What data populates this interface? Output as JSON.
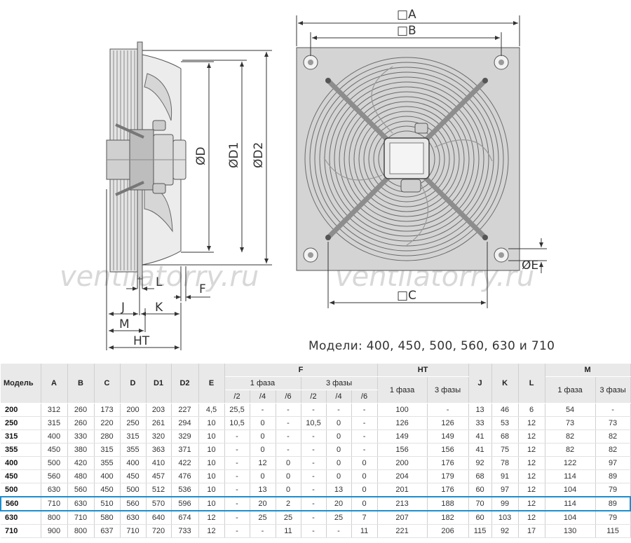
{
  "drawing": {
    "side_view_labels": {
      "d": "ØD",
      "d1": "ØD1",
      "d2": "ØD2",
      "l": "L",
      "f": "F",
      "j": "J",
      "k": "K",
      "m": "M",
      "ht": "HT"
    },
    "front_view_labels": {
      "a": "□A",
      "b": "□B",
      "c": "□C",
      "e": "ØE"
    },
    "watermark": "ventilatorry.ru"
  },
  "caption": "Модели: 400, 450, 500, 560, 630 и 710",
  "table": {
    "headers": {
      "model": "Модель",
      "a": "A",
      "b": "B",
      "c": "C",
      "d": "D",
      "d1": "D1",
      "d2": "D2",
      "e": "E",
      "f": "F",
      "ht": "HT",
      "j": "J",
      "k": "K",
      "l": "L",
      "m": "M",
      "f_1phase": "1 фаза",
      "f_3phase": "3 фазы",
      "ht_1phase": "1 фаза",
      "ht_3phase": "3 фазы",
      "m_1phase": "1 фаза",
      "m_3phase": "3 фазы",
      "poles": [
        "/2",
        "/4",
        "/6",
        "/2",
        "/4",
        "/6"
      ]
    },
    "rows": [
      [
        "200",
        "312",
        "260",
        "173",
        "200",
        "203",
        "227",
        "4,5",
        "25,5",
        "-",
        "-",
        "-",
        "-",
        "-",
        "100",
        "-",
        "13",
        "46",
        "6",
        "54",
        "-"
      ],
      [
        "250",
        "315",
        "260",
        "220",
        "250",
        "261",
        "294",
        "10",
        "10,5",
        "0",
        "-",
        "10,5",
        "0",
        "-",
        "126",
        "126",
        "33",
        "53",
        "12",
        "73",
        "73"
      ],
      [
        "315",
        "400",
        "330",
        "280",
        "315",
        "320",
        "329",
        "10",
        "-",
        "0",
        "-",
        "-",
        "0",
        "-",
        "149",
        "149",
        "41",
        "68",
        "12",
        "82",
        "82"
      ],
      [
        "355",
        "450",
        "380",
        "315",
        "355",
        "363",
        "371",
        "10",
        "-",
        "0",
        "-",
        "-",
        "0",
        "-",
        "156",
        "156",
        "41",
        "75",
        "12",
        "82",
        "82"
      ],
      [
        "400",
        "500",
        "420",
        "355",
        "400",
        "410",
        "422",
        "10",
        "-",
        "12",
        "0",
        "-",
        "0",
        "0",
        "200",
        "176",
        "92",
        "78",
        "12",
        "122",
        "97"
      ],
      [
        "450",
        "560",
        "480",
        "400",
        "450",
        "457",
        "476",
        "10",
        "-",
        "0",
        "0",
        "-",
        "0",
        "0",
        "204",
        "179",
        "68",
        "91",
        "12",
        "114",
        "89"
      ],
      [
        "500",
        "630",
        "560",
        "450",
        "500",
        "512",
        "536",
        "10",
        "-",
        "13",
        "0",
        "-",
        "13",
        "0",
        "201",
        "176",
        "60",
        "97",
        "12",
        "104",
        "79"
      ],
      [
        "560",
        "710",
        "630",
        "510",
        "560",
        "570",
        "596",
        "10",
        "-",
        "20",
        "2",
        "-",
        "20",
        "0",
        "213",
        "188",
        "70",
        "99",
        "12",
        "114",
        "89"
      ],
      [
        "630",
        "800",
        "710",
        "580",
        "630",
        "640",
        "674",
        "12",
        "-",
        "25",
        "25",
        "-",
        "25",
        "7",
        "207",
        "182",
        "60",
        "103",
        "12",
        "104",
        "79"
      ],
      [
        "710",
        "900",
        "800",
        "637",
        "710",
        "720",
        "733",
        "12",
        "-",
        "-",
        "11",
        "-",
        "-",
        "11",
        "221",
        "206",
        "115",
        "92",
        "17",
        "130",
        "115"
      ]
    ],
    "highlight_model": "560",
    "highlight_color": "#1a8fd1",
    "header_bg": "#e9e9e9"
  }
}
